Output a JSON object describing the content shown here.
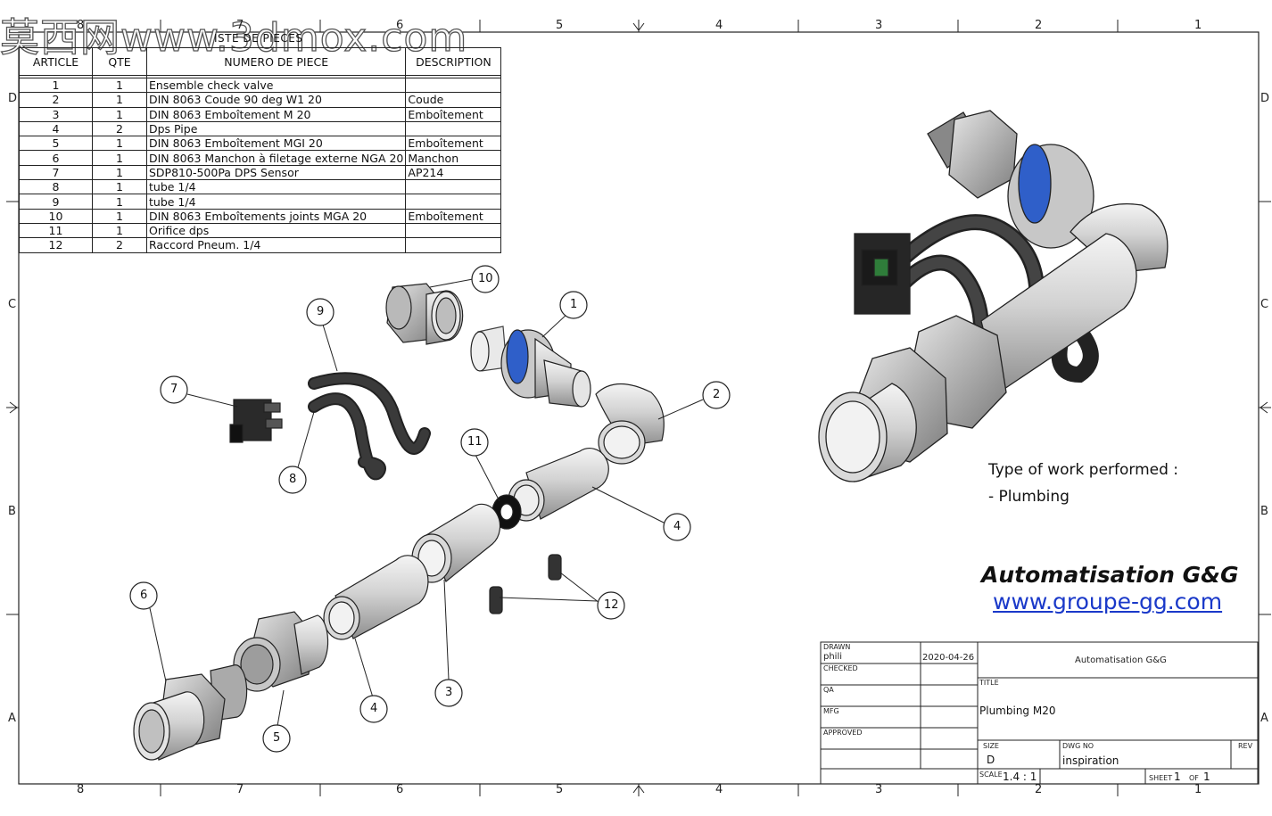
{
  "watermark": "莫西网www.3dmox.com",
  "parts_list": {
    "caption": "ISTE DE PIECES",
    "headers": [
      "ARTICLE",
      "QTE",
      "NUMERO DE PIECE",
      "DESCRIPTION"
    ],
    "rows": [
      [
        "1",
        "1",
        "Ensemble check valve",
        ""
      ],
      [
        "2",
        "1",
        "DIN 8063 Coude 90 deg W1 20",
        "Coude"
      ],
      [
        "3",
        "1",
        "DIN 8063 Emboîtement M 20",
        "Emboîtement"
      ],
      [
        "4",
        "2",
        "Dps Pipe",
        ""
      ],
      [
        "5",
        "1",
        "DIN 8063 Emboîtement MGI 20",
        "Emboîtement"
      ],
      [
        "6",
        "1",
        "DIN 8063 Manchon à filetage externe NGA 20",
        "Manchon"
      ],
      [
        "7",
        "1",
        "SDP810-500Pa DPS Sensor",
        " AP214"
      ],
      [
        "8",
        "1",
        "tube 1/4",
        ""
      ],
      [
        "9",
        "1",
        "tube 1/4",
        ""
      ],
      [
        "10",
        "1",
        "DIN 8063 Emboîtements joints MGA 20",
        "Emboîtement"
      ],
      [
        "11",
        "1",
        "Orifice dps",
        ""
      ],
      [
        "12",
        "2",
        "Raccord Pneum. 1/4",
        ""
      ]
    ]
  },
  "border_zones": {
    "columns": [
      "8",
      "7",
      "6",
      "5",
      "4",
      "3",
      "2",
      "1"
    ],
    "rows": [
      "D",
      "C",
      "B",
      "A"
    ]
  },
  "callouts": [
    "10",
    "9",
    "1",
    "7",
    "2",
    "11",
    "8",
    "4",
    "6",
    "12",
    "5",
    "4",
    "3"
  ],
  "notes": {
    "work_title": "Type of work performed :",
    "work_item": "- Plumbing"
  },
  "company": {
    "name": "Automatisation G&G",
    "website": "www.groupe-gg.com"
  },
  "title_block": {
    "drawn_label": "DRAWN",
    "drawn_by": "phili",
    "date": "2020-04-26",
    "company": "Automatisation G&G",
    "checked_label": "CHECKED",
    "title_label": "TITLE",
    "qa_label": "QA",
    "mfg_label": "MFG",
    "title": "Plumbing M20",
    "approved_label": "APPROVED",
    "size_label": "SIZE",
    "size": "D",
    "dwg_label": "DWG NO",
    "dwg_no": "inspiration",
    "rev_label": "REV",
    "scale_label": "SCALE",
    "scale": "1.4 : 1",
    "sheet_label": "SHEET",
    "sheet": "1",
    "of_label": "OF",
    "of": "1"
  },
  "colors": {
    "line": "#222222",
    "part_fill": "#d8d8d8",
    "part_dark": "#9a9a9a",
    "seal_blue": "#2f5fc9",
    "link_blue": "#1a39c9"
  }
}
